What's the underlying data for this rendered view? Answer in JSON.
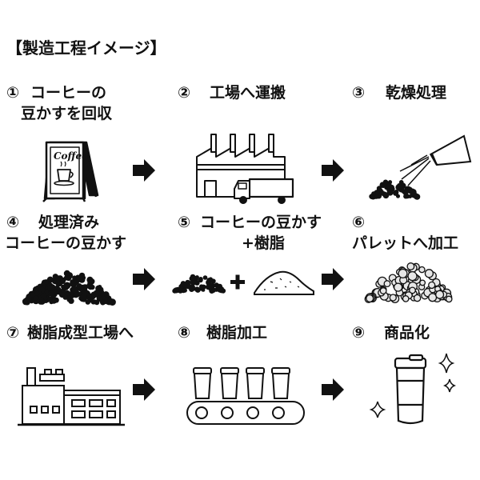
{
  "title": "【製造工程イメージ】",
  "steps": [
    {
      "num": "①",
      "lines": [
        "コーヒーの",
        "豆かすを回収"
      ]
    },
    {
      "num": "②",
      "lines": [
        "工場へ運搬"
      ]
    },
    {
      "num": "③",
      "lines": [
        "乾燥処理"
      ]
    },
    {
      "num": "④",
      "lines": [
        "処理済み",
        "コーヒーの豆かす"
      ]
    },
    {
      "num": "⑤",
      "lines": [
        "コーヒーの豆かす",
        "+樹脂"
      ]
    },
    {
      "num": "⑥",
      "lines": [
        "パレットへ加工"
      ]
    },
    {
      "num": "⑦",
      "lines": [
        "樹脂成型工場へ"
      ]
    },
    {
      "num": "⑧",
      "lines": [
        "樹脂加工"
      ]
    },
    {
      "num": "⑨",
      "lines": [
        "商品化"
      ]
    }
  ],
  "sign_text": "Coffee",
  "colors": {
    "ink": "#111111",
    "paper": "#ffffff",
    "pellet": "#e6e6e6"
  }
}
